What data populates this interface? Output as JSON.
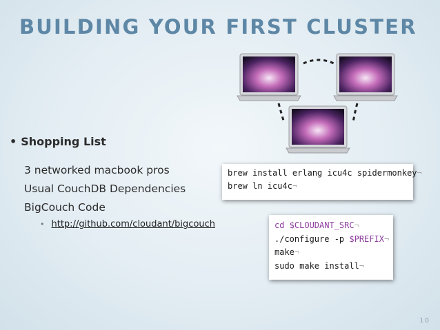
{
  "slide": {
    "title": "BUILDING YOUR FIRST CLUSTER",
    "bullet_marker": "•",
    "bullet_heading": "Shopping List",
    "items": [
      "3 networked macbook pros",
      "Usual CouchDB Dependencies",
      "BigCouch Code"
    ],
    "sub_bullet_marker": "•",
    "link_text": "http://github.com/cloudant/bigcouch",
    "page_number": "10"
  },
  "code_block_1": {
    "lines": [
      {
        "text": "brew install erlang icu4c spidermonkey",
        "end": "¬"
      },
      {
        "text": "brew ln icu4c",
        "end": "¬"
      }
    ]
  },
  "code_block_2": {
    "lines": [
      {
        "kw": "cd",
        "rest": " ",
        "var": "$CLOUDANT_SRC",
        "end": "¬"
      },
      {
        "kw": "",
        "rest": "./configure -p ",
        "var": "$PREFIX",
        "end": "¬"
      },
      {
        "kw": "",
        "rest": "make",
        "var": "",
        "end": "¬"
      },
      {
        "kw": "",
        "rest": "sudo make install",
        "var": "",
        "end": "¬"
      }
    ]
  },
  "diagram": {
    "laptops": [
      "macbook-pro",
      "macbook-pro",
      "macbook-pro"
    ]
  },
  "colors": {
    "title": "#5e87a6",
    "background": "#e3edf3",
    "code_keyword": "#8e3c9e"
  }
}
